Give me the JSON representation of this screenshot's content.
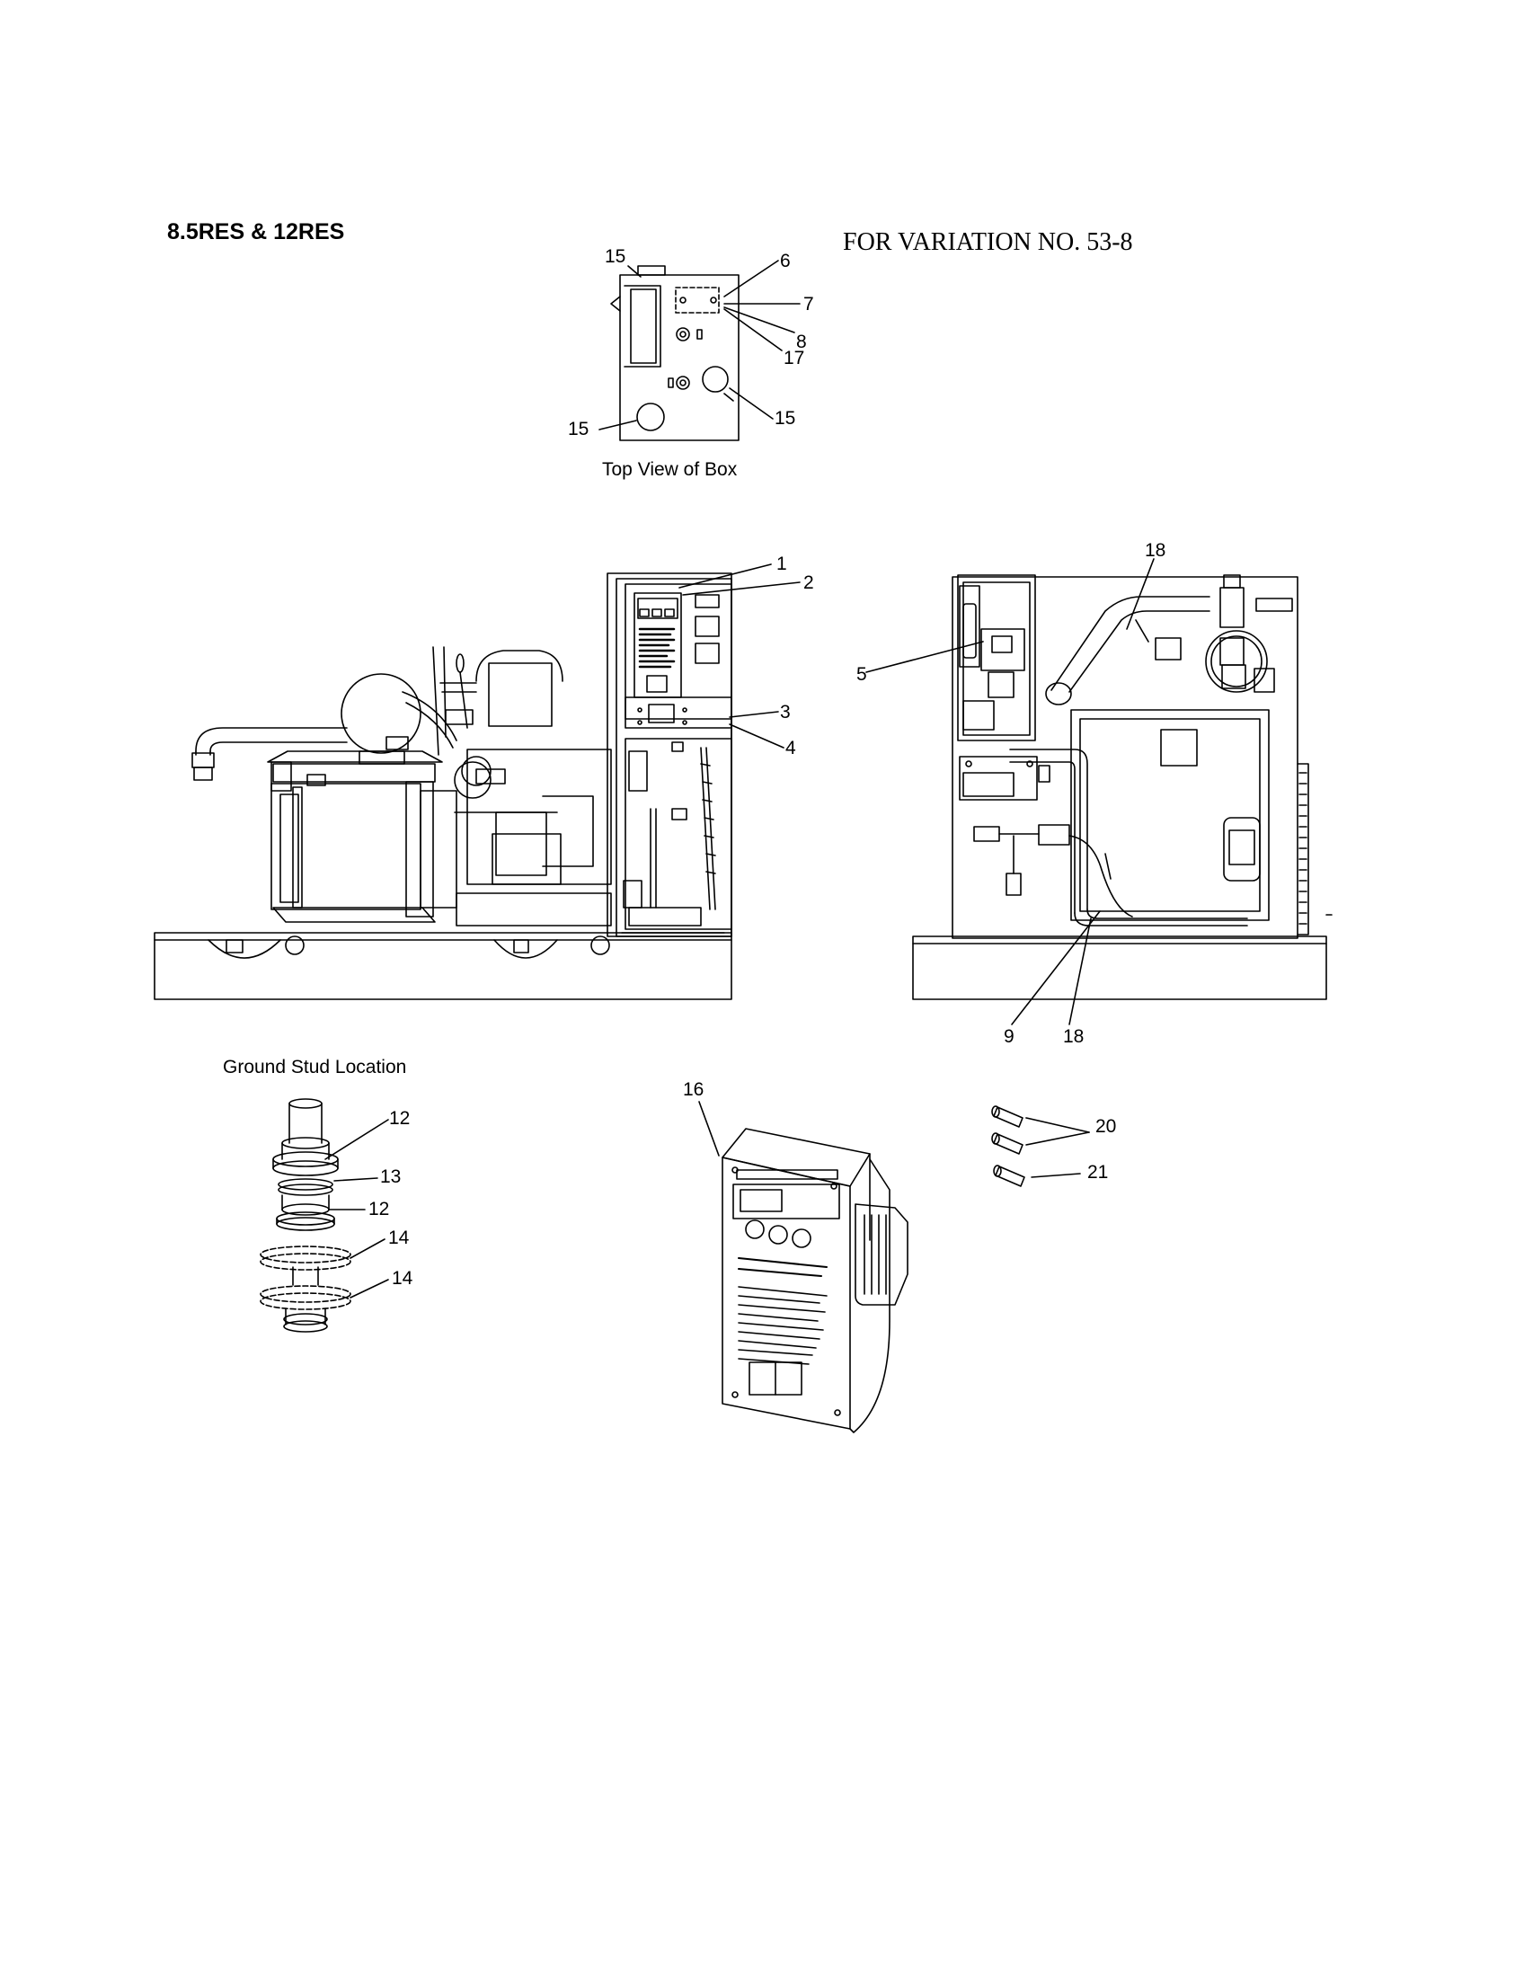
{
  "header": {
    "model": "8.5RES & 12RES",
    "variation": "FOR VARIATION NO. 53-8"
  },
  "captions": {
    "top_view": "Top View of Box",
    "ground_stud": "Ground Stud Location"
  },
  "callouts": {
    "c1": "1",
    "c2": "2",
    "c3": "3",
    "c4": "4",
    "c5": "5",
    "c6": "6",
    "c7": "7",
    "c8": "8",
    "c9": "9",
    "c12a": "12",
    "c12b": "12",
    "c13": "13",
    "c14a": "14",
    "c14b": "14",
    "c15a": "15",
    "c15b": "15",
    "c15c": "15",
    "c16": "16",
    "c17": "17",
    "c18a": "18",
    "c18b": "18",
    "c20": "20",
    "c21": "21"
  }
}
